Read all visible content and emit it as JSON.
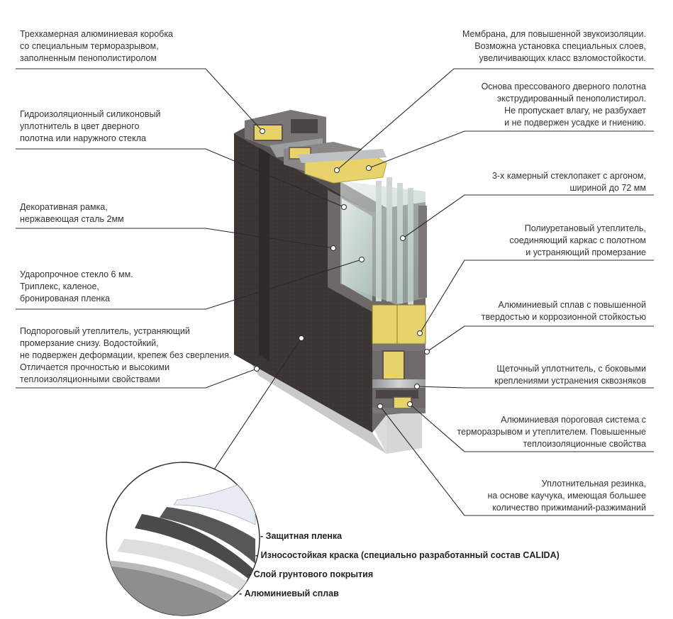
{
  "colors": {
    "frame_dark": "#3a3433",
    "frame_side": "#4a4443",
    "insulation": "#e7d36a",
    "aluminium": "#bfc2c4",
    "glass": "#c7d3cf",
    "leader": "#2a2a2a",
    "base": "#d9d9d9"
  },
  "labels": {
    "left": [
      "Трехкамерная алюминиевая коробка\nсо специальным терморазрывом,\nзаполненным пенополистиролом",
      "Гидроизоляционный силиконовый\nуплотнитель в цвет дверного\nполотна или наружного стекла",
      "Декоративная рамка,\nнержавеющая сталь 2мм",
      "Ударопрочное стекло 6 мм.\nТриплекс, каленое,\nбронированая пленка",
      "Подпороговый утеплитель, устраняющий\nпромерзание снизу. Водостойкий,\nне подвержен деформации, крепеж без сверления.\nОтличается прочностью и высокими\nтеплоизоляционными свойствами"
    ],
    "right": [
      "Мембрана, для повышенной звукоизоляции.\nВозможна установка специальных слоев,\nувеличивающих класс взломостойкости.",
      "Основа прессованого дверного полотна\nэкструдированный пенополистирол.\nНе пропускает влагу, не разбухает\nи не подвержен усадке и гниению.",
      "3-х камерный стеклопакет с аргоном,\nшириной до 72 мм",
      "Полиуретановый утеплитель,\nсоединяющий каркас с полотном\nи устраняющий промерзание",
      "Алюминиевый сплав с повышенной\nтвердостью и коррозионной стойкостью",
      "Щеточный уплотнитель, с боковыми\nкреплениями устранения сквозняков",
      "Алюминиевая пороговая система с\nтерморазрывом и утеплителем. Повышенные\nтеплоизоляционные свойства",
      "Уплотнительная резинка,\nна основе каучука, имеющая большее\nколичество прижиманий-разжиманий"
    ],
    "layers": [
      "- Защитная пленка",
      "- Износостойкая краска (специально разработанный состав CALIDA)",
      "- Слой грунтового покрытия",
      "- Алюминиевый сплав"
    ]
  }
}
